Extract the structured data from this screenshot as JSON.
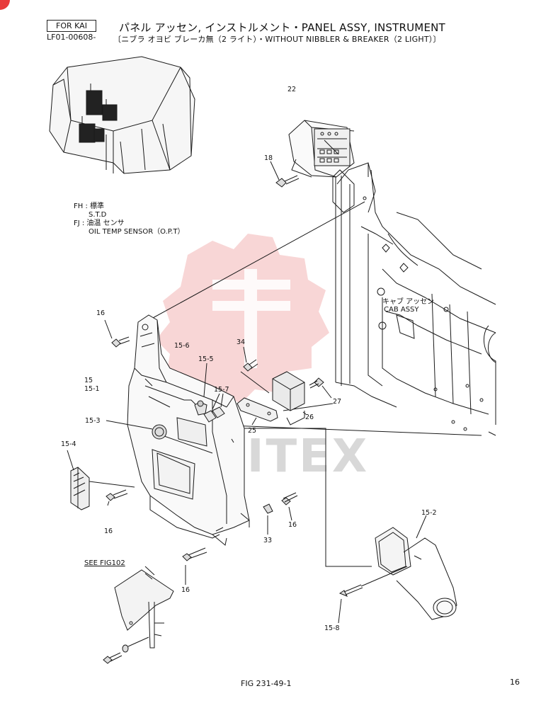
{
  "header": {
    "for_label": "FOR KAI",
    "doc_code": "LF01-00608-",
    "title": "パネル アッセン, インストルメント・PANEL ASSY, INSTRUMENT",
    "subtitle": "〔ニブラ オヨビ ブレーカ無（2 ライト）・WITHOUT NIBBLER & BREAKER（2 LIGHT）〕"
  },
  "legend": {
    "fh_line1": "FH : 標準",
    "fh_line2": "S.T.D",
    "fj_line1": "FJ : 油温 センサ",
    "fj_line2": "OIL TEMP  SENSOR（O.P.T）"
  },
  "callouts": {
    "c22": "22",
    "c18": "18",
    "c16_a": "16",
    "c15_6": "15-6",
    "c34": "34",
    "c15_5": "15-5",
    "c15": "15",
    "c15_1": "15-1",
    "c15_7": "15-7",
    "c15_3": "15-3",
    "c26": "26",
    "c27": "27",
    "c25": "25",
    "c15_4": "15-4",
    "c16_b": "16",
    "c16_c": "16",
    "c33": "33",
    "c15_2": "15-2",
    "c16_d": "16",
    "c15_8": "15-8"
  },
  "cab": {
    "jp": "キャブ アッセン",
    "en": "CAB ASSY"
  },
  "see_fig": "SEE FIG102",
  "footer": {
    "fig_number": "FIG 231-49-1",
    "page_number": "16"
  },
  "watermark": {
    "text": "MITEX",
    "color": "#e8a0a0"
  },
  "colors": {
    "line": "#1a1a1a",
    "badge": "#e83a3a"
  }
}
